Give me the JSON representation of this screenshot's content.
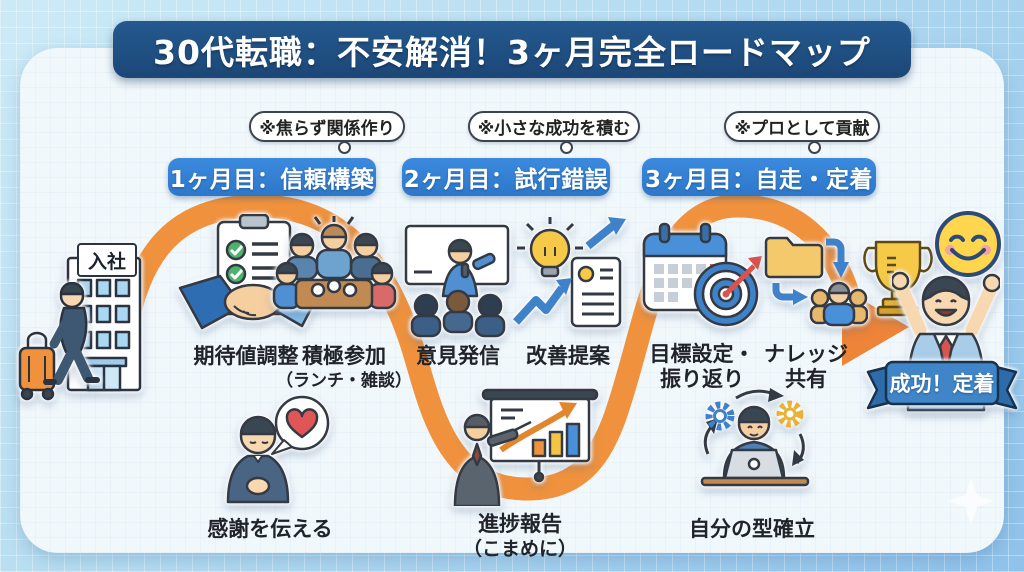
{
  "title": "30代転職：不安解消！3ヶ月完全ロードマップ",
  "phases": [
    {
      "note": "※焦らず関係作り",
      "label": "1ヶ月目：信頼構築"
    },
    {
      "note": "※小さな成功を積む",
      "label": "2ヶ月目：試行錯誤"
    },
    {
      "note": "※プロとして貢献",
      "label": "3ヶ月目：自走・定着"
    }
  ],
  "start": {
    "sign": "入社"
  },
  "steps": [
    {
      "id": "expectation",
      "label": "期待値調整"
    },
    {
      "id": "participate",
      "label": "積極参加",
      "sublabel": "（ランチ・雑談）"
    },
    {
      "id": "gratitude",
      "label": "感謝を伝える"
    },
    {
      "id": "opinion",
      "label": "意見発信"
    },
    {
      "id": "improvement",
      "label": "改善提案"
    },
    {
      "id": "progress",
      "label": "進捗報告",
      "sublabel": "（こまめに）"
    },
    {
      "id": "goalsetting",
      "label": "目標設定・",
      "sublabel": "振り返り"
    },
    {
      "id": "knowledge",
      "label": "ナレッジ",
      "sublabel": "共有"
    },
    {
      "id": "ownstyle",
      "label": "自分の型確立"
    }
  ],
  "goal": {
    "ribbon": "成功！定着"
  },
  "colors": {
    "accent_orange": "#f0923d",
    "phase_blue": "#2f80d4",
    "title_navy": "#1d4d80",
    "ribbon_blue": "#3f85c7"
  }
}
